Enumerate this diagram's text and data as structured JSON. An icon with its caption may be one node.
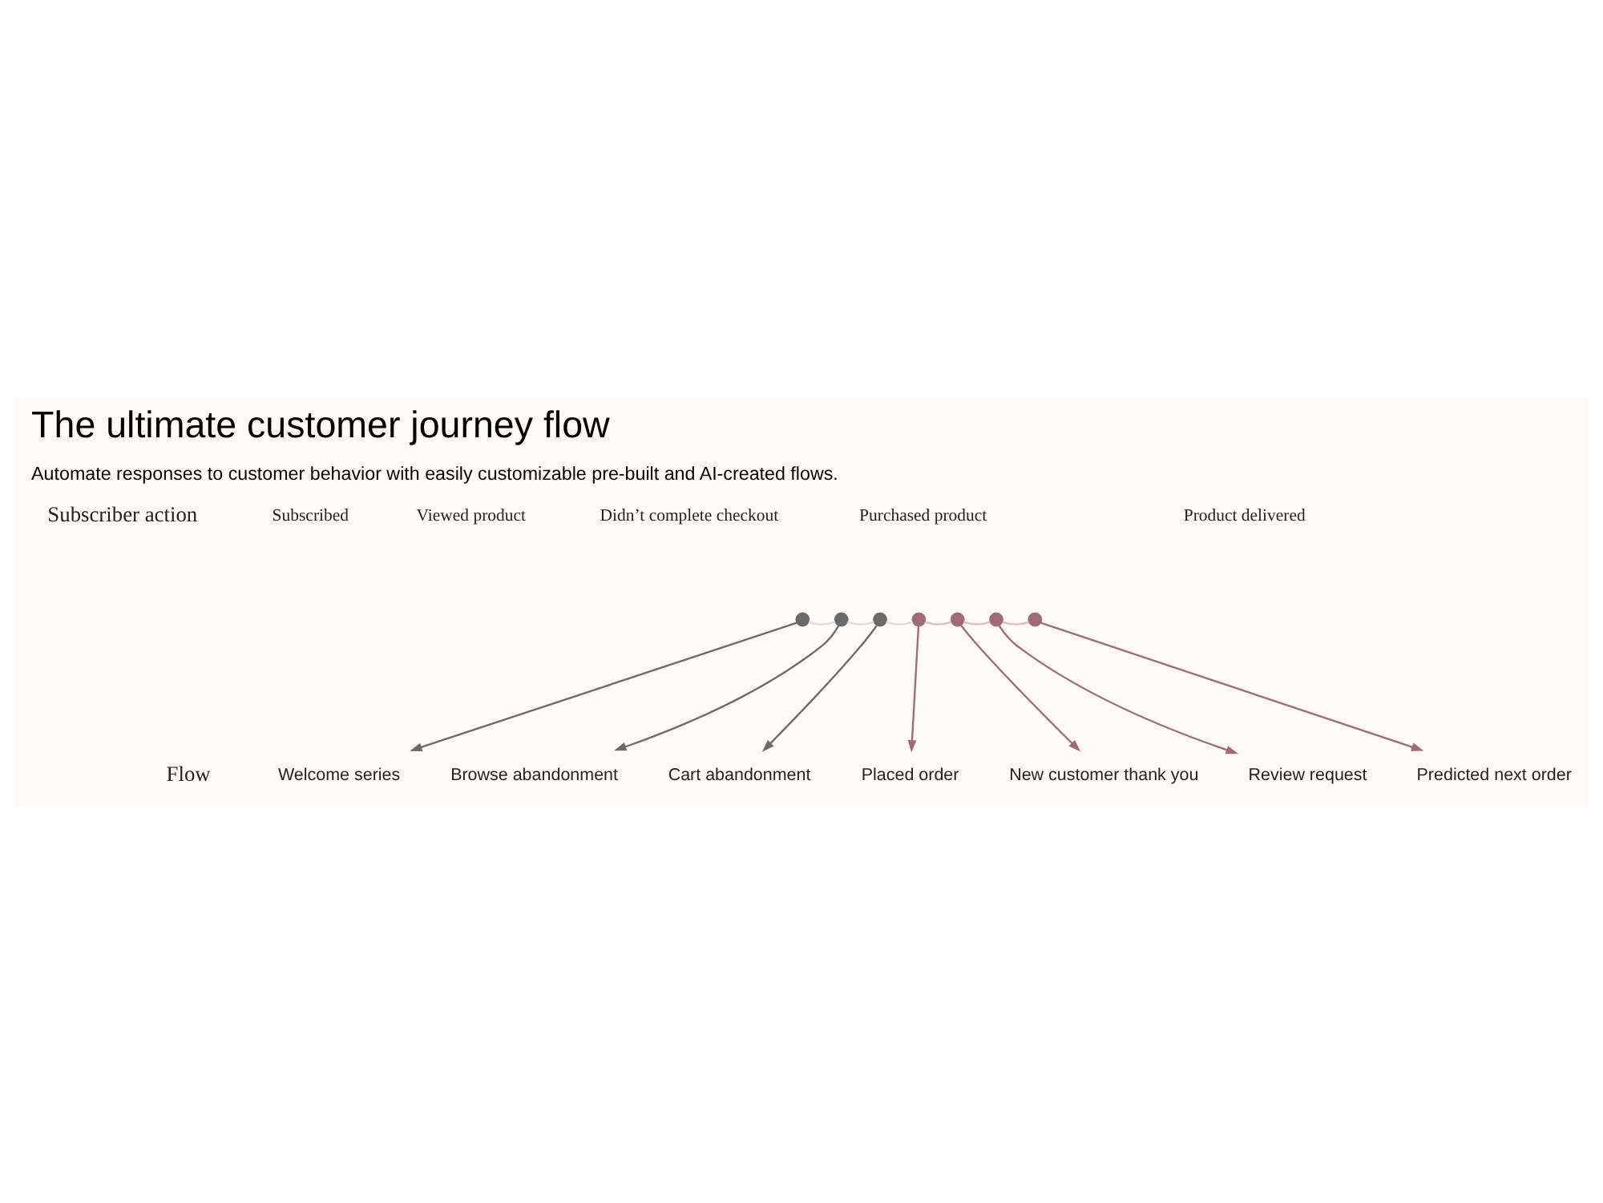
{
  "diagram": {
    "title": "The ultimate customer journey flow",
    "caption": "Automate responses to customer behavior with easily customizable pre-built and AI-created flows.",
    "nodes": [
      {
        "text": [],
        "shape": "circle"
      },
      {
        "text": [],
        "shape": "circle"
      },
      {
        "text": [],
        "shape": "circle"
      },
      {
        "text": [],
        "shape": "circle"
      },
      {
        "text": [],
        "shape": "circle"
      },
      {
        "text": [],
        "shape": "circle"
      },
      {
        "text": [],
        "shape": "circle"
      },
      {
        "text": [
          "Welcome series"
        ]
      },
      {
        "text": [
          "Browse abandonment"
        ]
      },
      {
        "text": [
          "Cart abandonment"
        ]
      },
      {
        "text": [
          "Placed order"
        ]
      },
      {
        "text": [
          "New customer thank you"
        ]
      },
      {
        "text": [
          "Review request"
        ]
      },
      {
        "text": [
          "Predicted next order"
        ]
      }
    ],
    "edges": [
      {
        "from": 0,
        "to": 1,
        "arrow": "none",
        "color": "#e0dcda"
      },
      {
        "from": 1,
        "to": 2,
        "arrow": "none",
        "color": "#e0dcda"
      },
      {
        "from": 2,
        "to": 3,
        "arrow": "none",
        "color": "#e0dcda"
      },
      {
        "from": 3,
        "to": 4,
        "arrow": "none"
      },
      {
        "from": 4,
        "to": 5,
        "arrow": "none"
      },
      {
        "from": 5,
        "to": 6,
        "arrow": "none"
      },
      {
        "from": 0,
        "to": 7,
        "arrow": "to",
        "color": "#6b6b6b"
      },
      {
        "from": 1,
        "to": 8,
        "arrow": "to",
        "color": "#6b6b6b"
      },
      {
        "from": 2,
        "to": 9,
        "arrow": "to",
        "color": "#6b6b6b"
      },
      {
        "from": 3,
        "to": 10,
        "arrow": "to",
        "color": "#a06a78"
      },
      {
        "from": 4,
        "to": 11,
        "arrow": "to",
        "color": "#a06a78"
      },
      {
        "from": 5,
        "to": 12,
        "arrow": "to",
        "color": "#a06a78"
      },
      {
        "from": 6,
        "to": 13,
        "arrow": "to",
        "color": "#a06a78"
      }
    ],
    "labels": [
      "Subscriber action",
      "Subscribed",
      "Viewed product",
      "Didn’t complete checkout",
      "Purchased product",
      "Product delivered",
      "Flow"
    ]
  }
}
